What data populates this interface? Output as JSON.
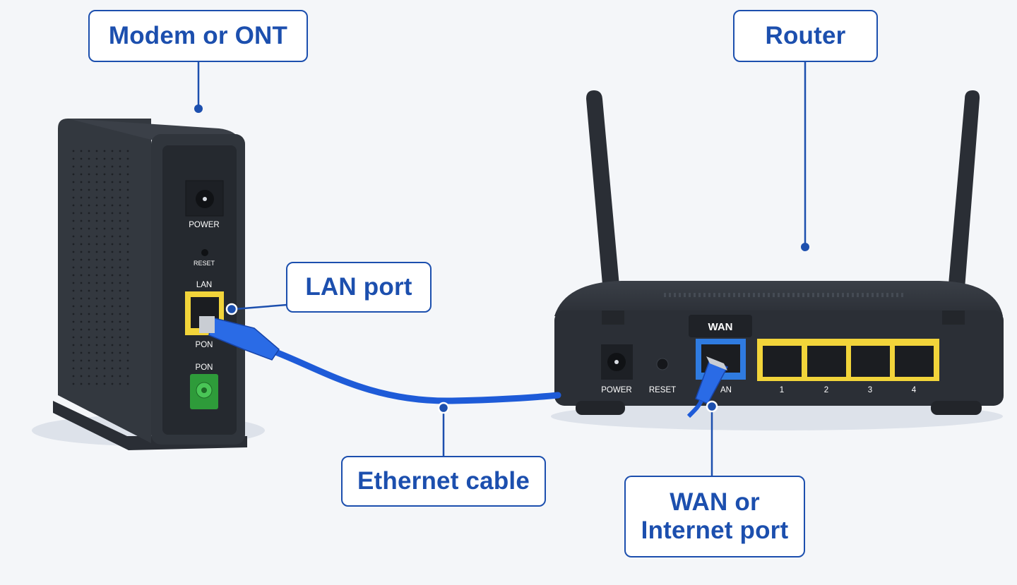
{
  "callouts": {
    "modem": "Modem or ONT",
    "router": "Router",
    "lan_port": "LAN port",
    "ethernet_cable": "Ethernet cable",
    "wan_port_line1": "WAN or",
    "wan_port_line2": "Internet port"
  },
  "modem_labels": {
    "power": "POWER",
    "reset": "RESET",
    "lan": "LAN",
    "pon_under_lan": "PON",
    "pon": "PON"
  },
  "router_labels": {
    "wan_tag": "WAN",
    "power": "POWER",
    "reset": "RESET",
    "wan_partial": "AN",
    "lan_ports": [
      "1",
      "2",
      "3",
      "4"
    ]
  },
  "colors": {
    "callout_blue": "#1c4fae",
    "device_body": "#2b2f36",
    "lan_port_yellow": "#f2d43a",
    "wan_port_blue": "#2f7be0",
    "pon_port_green": "#2e9b3a",
    "cable_blue": "#1e5bd8"
  }
}
